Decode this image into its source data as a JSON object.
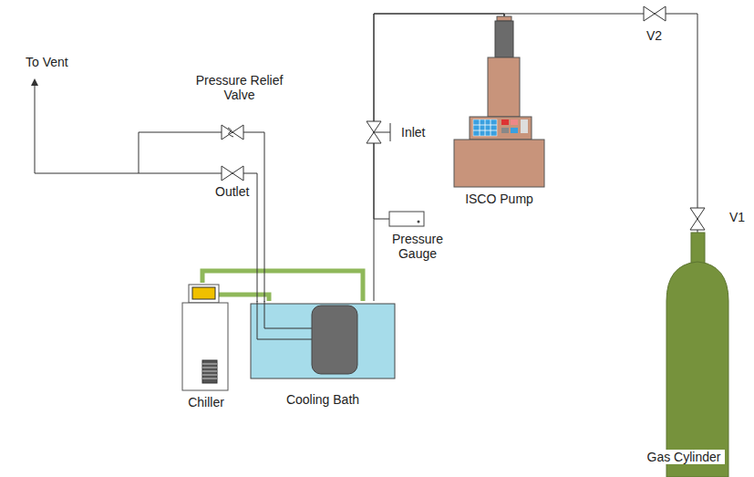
{
  "diagram": {
    "nodes": [
      {
        "text": [
          "Chiller"
        ]
      },
      {
        "text": [
          "Cooling Bath"
        ]
      },
      {
        "text": [
          "ISCO Pump"
        ]
      },
      {
        "text": [
          "Pressure Gauge"
        ]
      },
      {
        "text": [
          "Gas Cylinder"
        ]
      }
    ],
    "edges": [
      {
        "from": 4,
        "to": 2,
        "arrow": "none"
      },
      {
        "from": 2,
        "to": 1,
        "arrow": "none"
      },
      {
        "from": 2,
        "to": 3,
        "arrow": "none"
      },
      {
        "from": 0,
        "to": 1,
        "arrow": "none"
      },
      {
        "from": 0,
        "to": 1,
        "arrow": "none"
      }
    ],
    "labels": [
      "To Vent",
      "Pressure Relief Valve",
      "Outlet",
      "Inlet",
      "V2",
      "V1"
    ]
  }
}
